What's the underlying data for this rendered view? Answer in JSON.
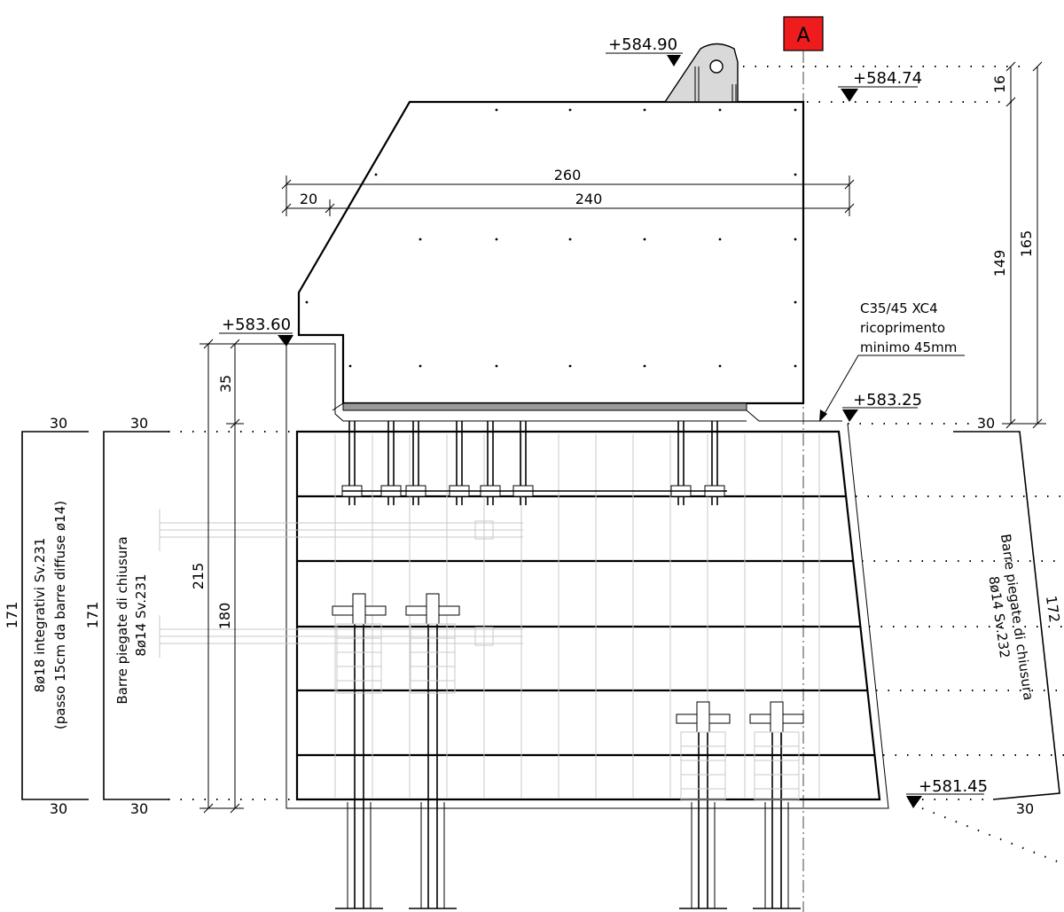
{
  "section_marker": {
    "label": "A",
    "color": "#ee1c1c"
  },
  "elevations": {
    "top_lug": "+584.90",
    "top_block": "+584.74",
    "left_seat": "+583.60",
    "right_seat": "+583.25",
    "foundation_right": "+581.45"
  },
  "dimensions": {
    "d260": "260",
    "d240": "240",
    "d20": "20",
    "d16": "16",
    "d149": "149",
    "d165": "165",
    "d35": "35",
    "d215": "215",
    "d180": "180",
    "d171a": "171",
    "d171b": "171",
    "d172": "172",
    "d30_tl1": "30",
    "d30_tl2": "30",
    "d30_bl1": "30",
    "d30_bl2": "30",
    "d30_tr": "30",
    "d30_br": "30"
  },
  "notes": {
    "concrete_line1": "C35/45 XC4",
    "concrete_line2": "ricoprimento",
    "concrete_line3": "minimo 45mm",
    "bars_left_outer_1": "8ø18 integrativi Sv.231",
    "bars_left_outer_2": "(passo 15cm da barre diffuse ø14)",
    "bars_left_inner_1": "Barre piegate di chiusura",
    "bars_left_inner_2": "8ø14 Sv.231",
    "bars_right_1": "Barre piegate di chiusura",
    "bars_right_2": "8ø14 Sv.232"
  }
}
